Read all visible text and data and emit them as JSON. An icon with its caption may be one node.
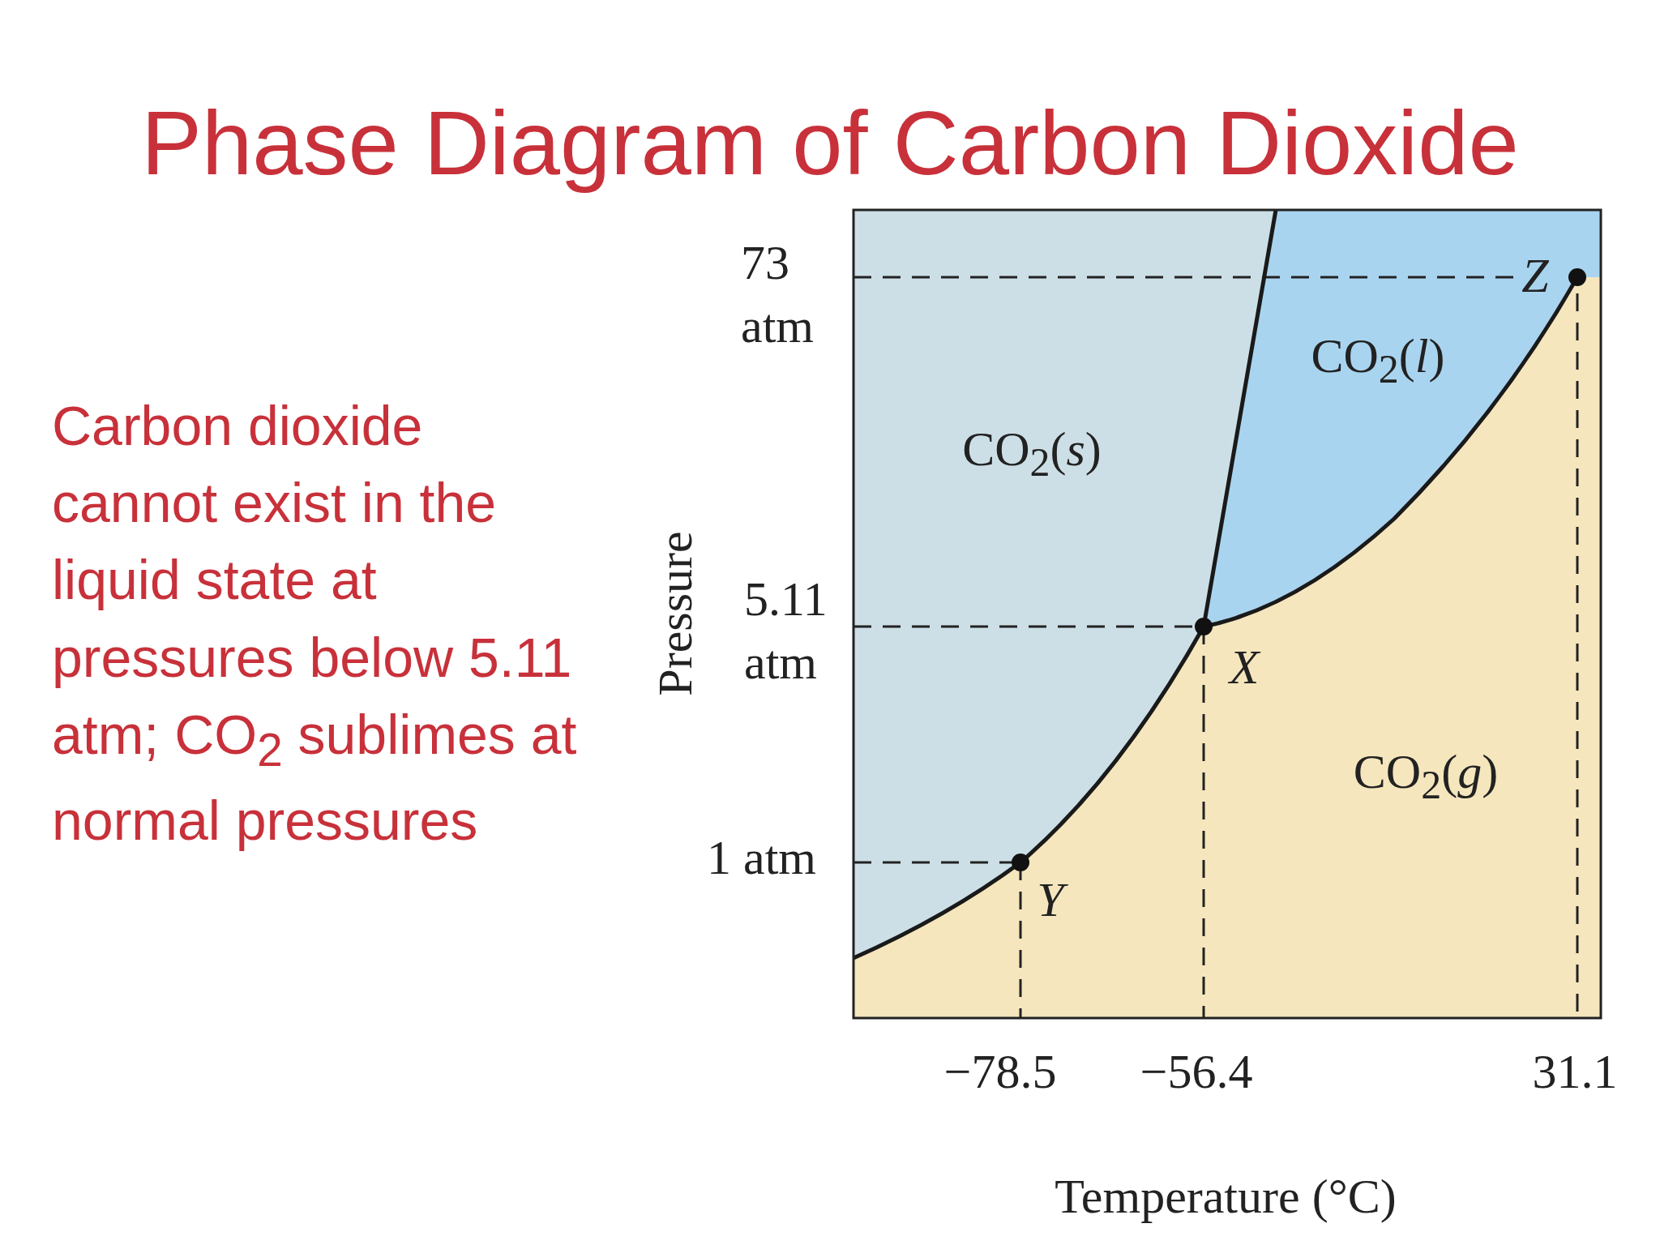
{
  "diagram": {
    "title": "Phase Diagram of Carbon Dioxide",
    "labels": [
      "Carbon dioxide cannot exist in the liquid state at pressures below 5.11 atm; CO$_{2}$ sublimes at normal pressures",
      "73 atm",
      "5.11 atm",
      "1 atm",
      "Pressure",
      "CO$_{2}$(*s*)",
      "CO$_{2}$(*l*)",
      "CO$_{2}$(*g*)",
      "*Z*",
      "*X*",
      "*Y*",
      "−78.5",
      "−56.4",
      "31.1",
      "Temperature (°C)"
    ]
  }
}
